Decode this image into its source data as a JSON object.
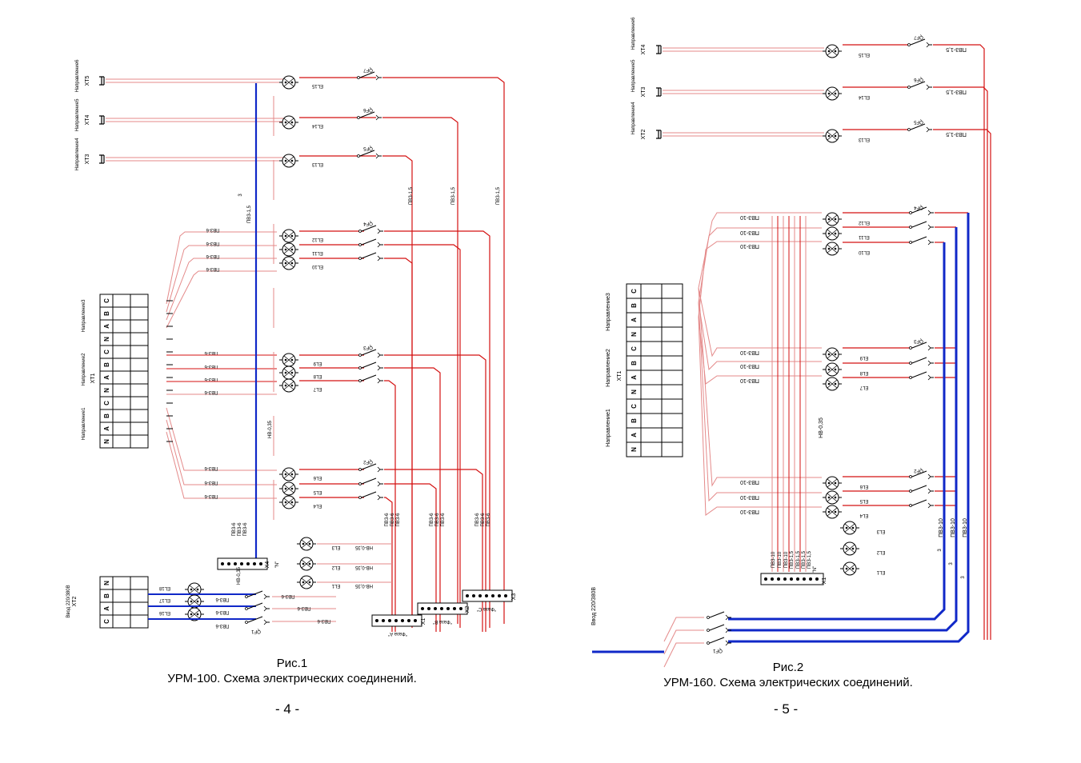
{
  "colors": {
    "red": "#d41010",
    "pink": "#e48a8a",
    "blue": "#1028c8",
    "black": "#000000"
  },
  "left": {
    "caption_num": "Рис.1",
    "caption_title": "УРМ-100. Схема электрических соединений.",
    "page": "- 4 -",
    "terminals_top": [
      "ХТ5",
      "ХТ4",
      "ХТ3"
    ],
    "directions_top": [
      "Направление6",
      "Направление5",
      "Направление4"
    ],
    "lamps": [
      "EL15",
      "EL14",
      "EL13",
      "EL12",
      "EL11",
      "EL10",
      "EL9",
      "EL8",
      "EL7",
      "EL6",
      "EL5",
      "EL4",
      "EL3",
      "EL2",
      "EL1",
      "EL18",
      "EL17",
      "EL16"
    ],
    "breakers": [
      "QF7",
      "QF6",
      "QF5",
      "QF4",
      "QF3",
      "QF2",
      "QF1"
    ],
    "wires": {
      "pv315": "ПВ3-1,5",
      "pv36": "ПВ3-6",
      "nv035": "НВ-0,35",
      "three": "3"
    },
    "xt1": "ХТ1",
    "xt1_dirs": [
      "Направление3",
      "Направление2",
      "Направление1"
    ],
    "xt1_cells": [
      "C",
      "B",
      "A",
      "N",
      "C",
      "B",
      "A",
      "N",
      "C",
      "B",
      "A",
      "N"
    ],
    "xt2": "ХТ2",
    "vvod": "Ввод 220/380В",
    "xt2_cells": [
      "N",
      "B",
      "A",
      "C"
    ],
    "x": [
      "Х1",
      "Х2",
      "Х3",
      "Х4"
    ],
    "phases": [
      "\"Фаза А\"",
      "\"Фаза В\"",
      "\"Фаза С\"",
      "\"N\""
    ]
  },
  "right": {
    "caption_num": "Рис.2",
    "caption_title": "УРМ-160. Схема электрических соединений.",
    "page": "- 5 -",
    "terminals_top": [
      "ХТ4",
      "ХТ3",
      "ХТ2"
    ],
    "directions_top": [
      "Направление6",
      "Направление5",
      "Направление4"
    ],
    "lamps": [
      "EL15",
      "EL14",
      "EL13",
      "EL12",
      "EL11",
      "EL10",
      "EL9",
      "EL8",
      "EL7",
      "EL6",
      "EL5",
      "EL4",
      "EL3",
      "EL2",
      "EL1"
    ],
    "breakers": [
      "QF7",
      "QF6",
      "QF5",
      "QF4",
      "QF3",
      "QF2",
      "QF1"
    ],
    "wires": {
      "pv315": "ПВ3-1,5",
      "pv310": "ПВ3-10",
      "nv035": "НВ-0,35",
      "three": "3"
    },
    "xt1": "ХТ1",
    "xt1_dirs": [
      "Направление3",
      "Направление2",
      "Направление1"
    ],
    "xt1_cells": [
      "C",
      "B",
      "A",
      "N",
      "C",
      "B",
      "A",
      "N",
      "C",
      "B",
      "A",
      "N"
    ],
    "vvod": "Ввод 220/380В",
    "x": [
      "Х1"
    ],
    "n_label": "\"N\""
  }
}
